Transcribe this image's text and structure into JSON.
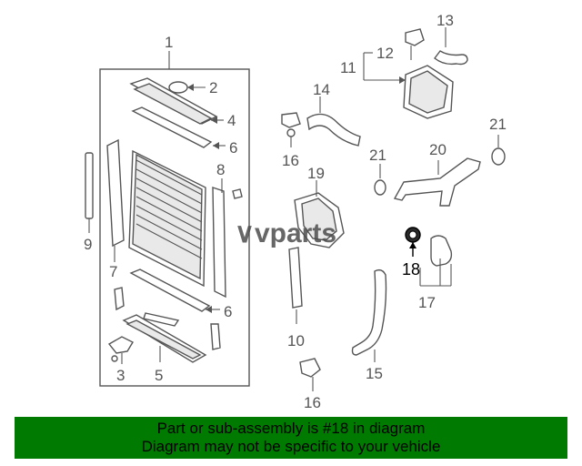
{
  "watermark": "∨vparts",
  "callouts": {
    "c1": "1",
    "c2": "2",
    "c3": "3",
    "c4": "4",
    "c5": "5",
    "c6a": "6",
    "c6b": "6",
    "c7": "7",
    "c8": "8",
    "c9": "9",
    "c10": "10",
    "c11": "11",
    "c12": "12",
    "c13": "13",
    "c14": "14",
    "c15": "15",
    "c16a": "16",
    "c16b": "16",
    "c17": "17",
    "c18": "18",
    "c19": "19",
    "c20": "20",
    "c21a": "21",
    "c21b": "21"
  },
  "highlight_color": "#007a00",
  "banner": {
    "line1": "Part or sub-assembly is #18 in diagram",
    "line2": "Diagram may not be specific to your vehicle"
  }
}
